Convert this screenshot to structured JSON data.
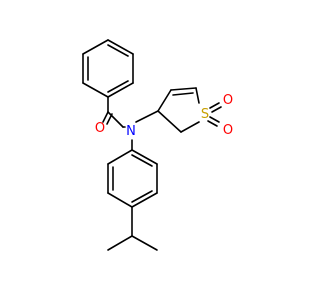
{
  "structure": {
    "atoms": {
      "oxygen_carbonyl": "O",
      "nitrogen": "N",
      "sulfur": "S",
      "oxygen_sulfonyl_top": "O",
      "oxygen_sulfonyl_bottom": "O"
    },
    "colors": {
      "bond": "#000000",
      "oxygen": "#ff0000",
      "nitrogen": "#0000ff",
      "sulfur": "#c8a000",
      "background": "#ffffff"
    }
  }
}
